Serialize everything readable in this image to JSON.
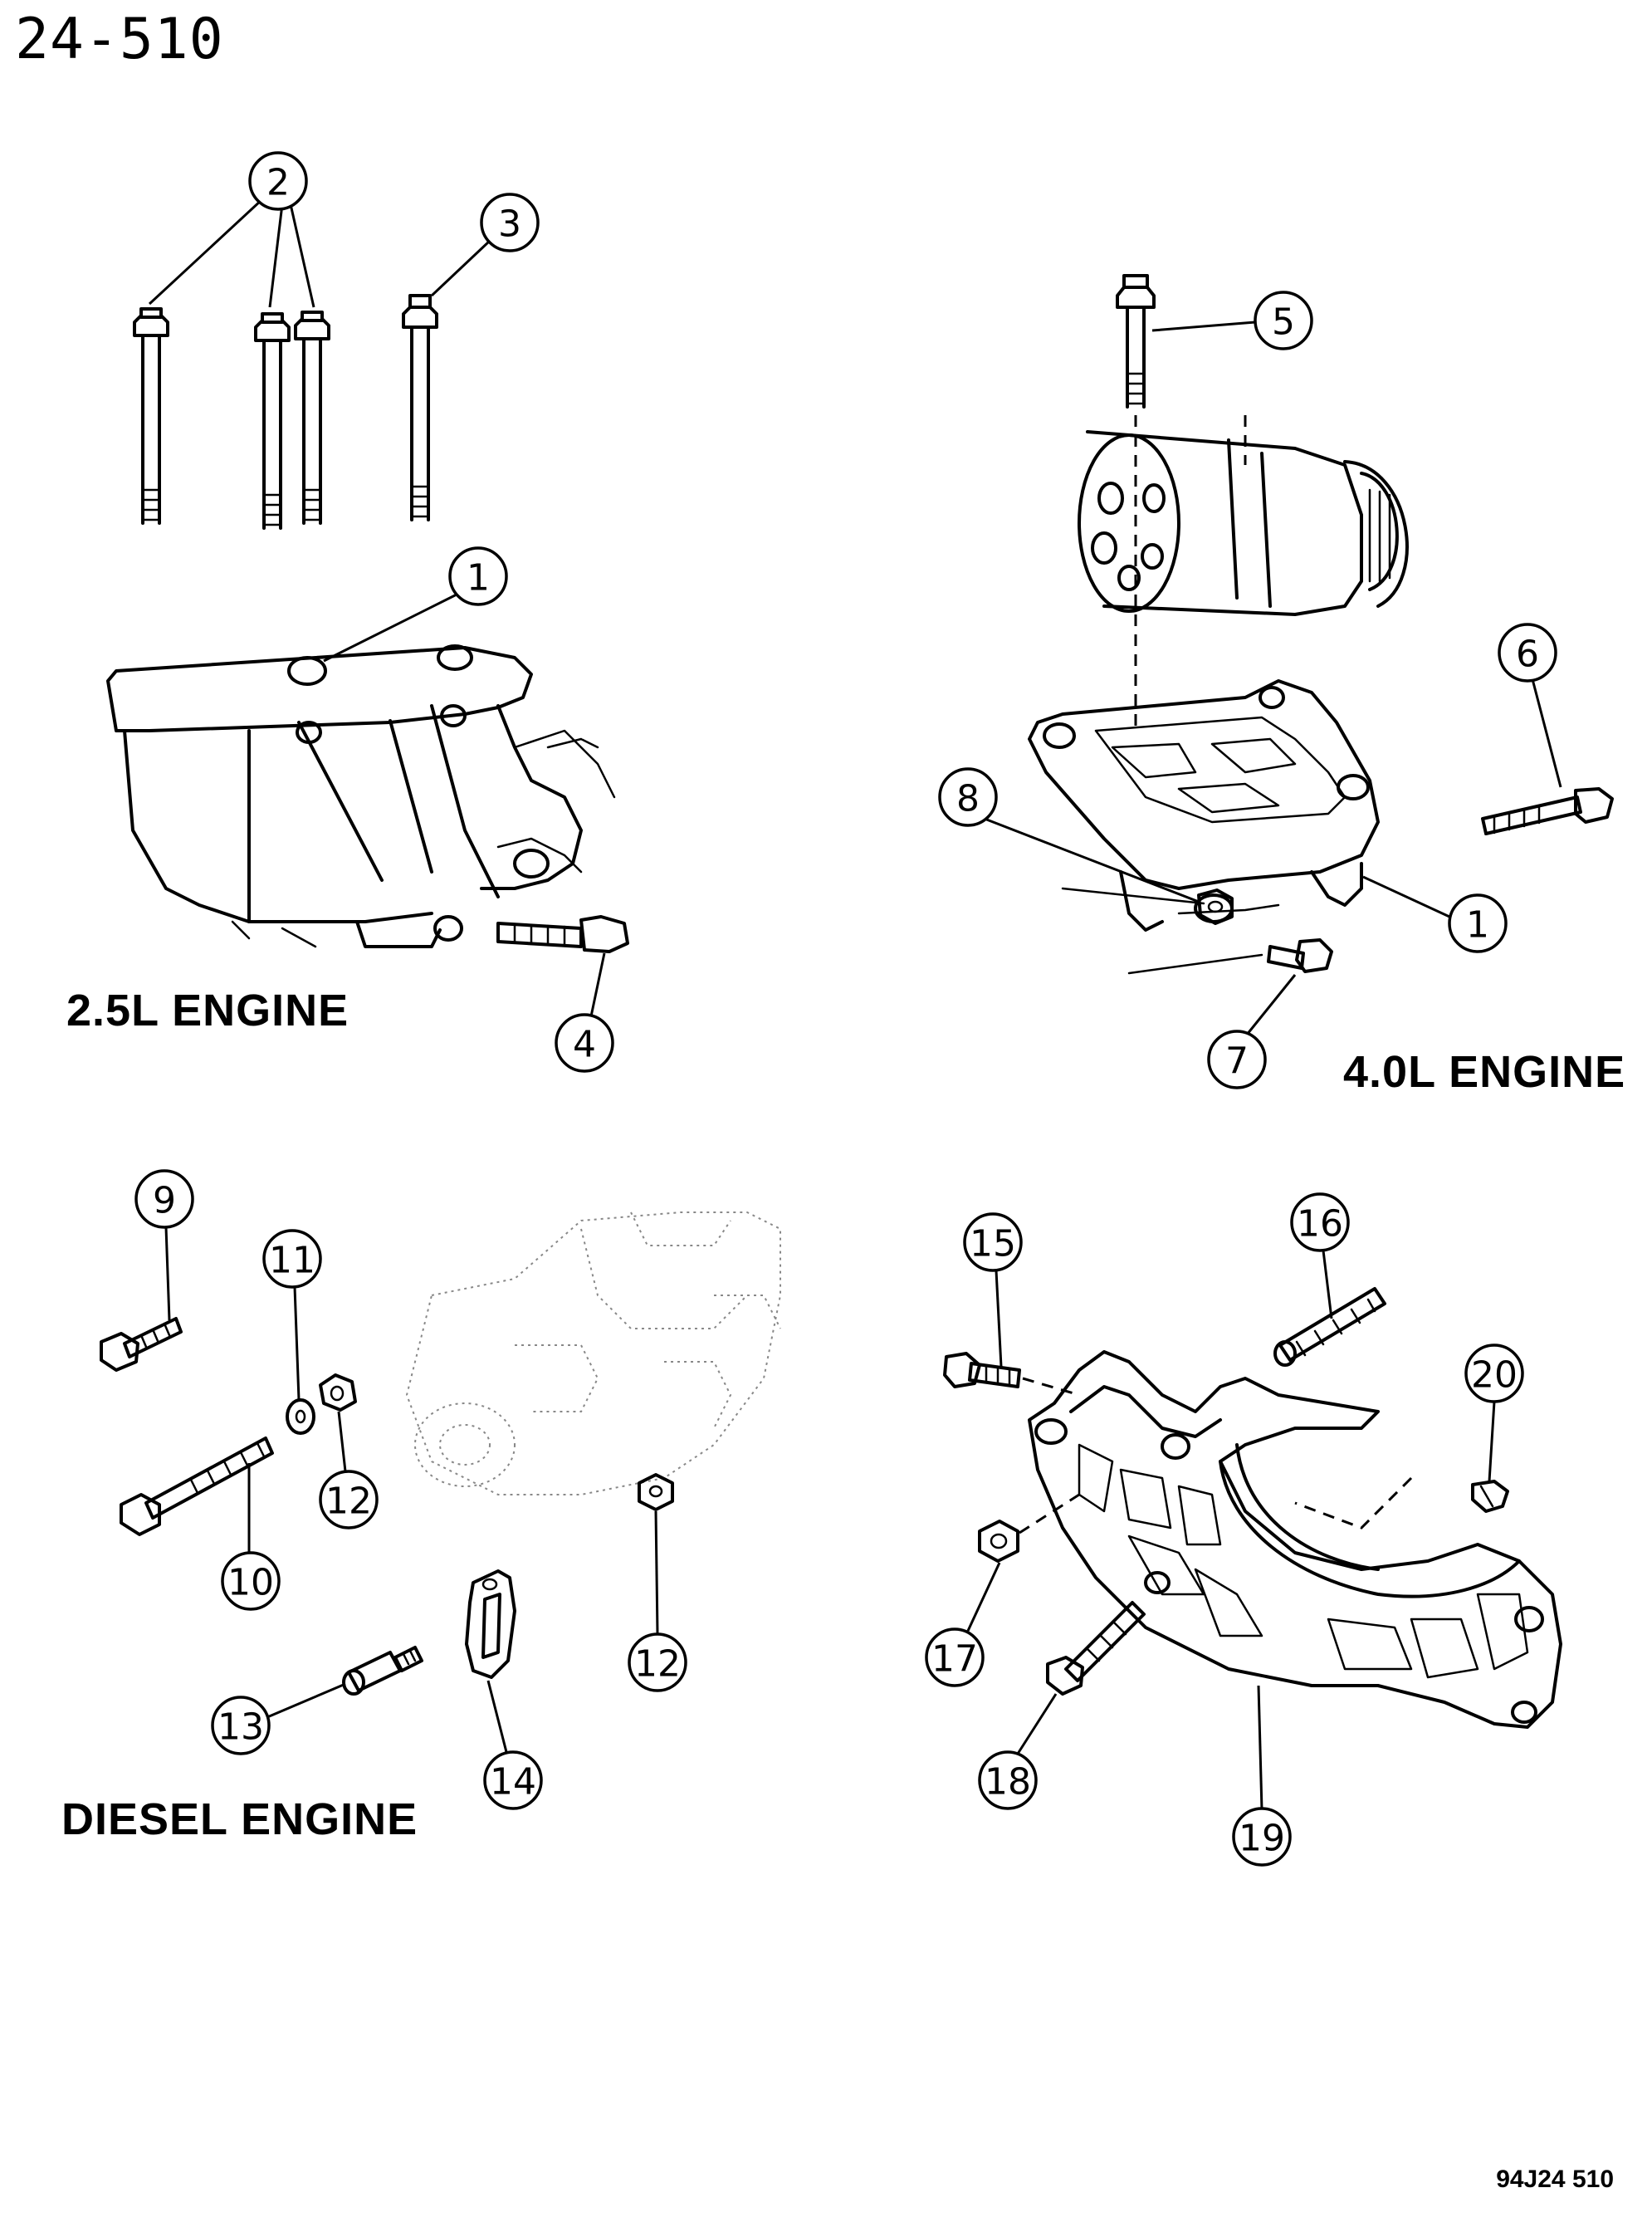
{
  "page_number": "24-510",
  "figure_code": "94J24  510",
  "engine_labels": {
    "engine_25l": "2.5L ENGINE",
    "engine_40l": "4.0L ENGINE",
    "engine_diesel": "DIESEL ENGINE"
  },
  "callouts": {
    "c2": "2",
    "c3": "3",
    "c1a": "1",
    "c4": "4",
    "c5": "5",
    "c6": "6",
    "c8": "8",
    "c1b": "1",
    "c7": "7",
    "c9": "9",
    "c11": "11",
    "c12a": "12",
    "c10": "10",
    "c12b": "12",
    "c13": "13",
    "c14": "14",
    "c15": "15",
    "c16": "16",
    "c20": "20",
    "c17": "17",
    "c18": "18",
    "c19": "19"
  }
}
